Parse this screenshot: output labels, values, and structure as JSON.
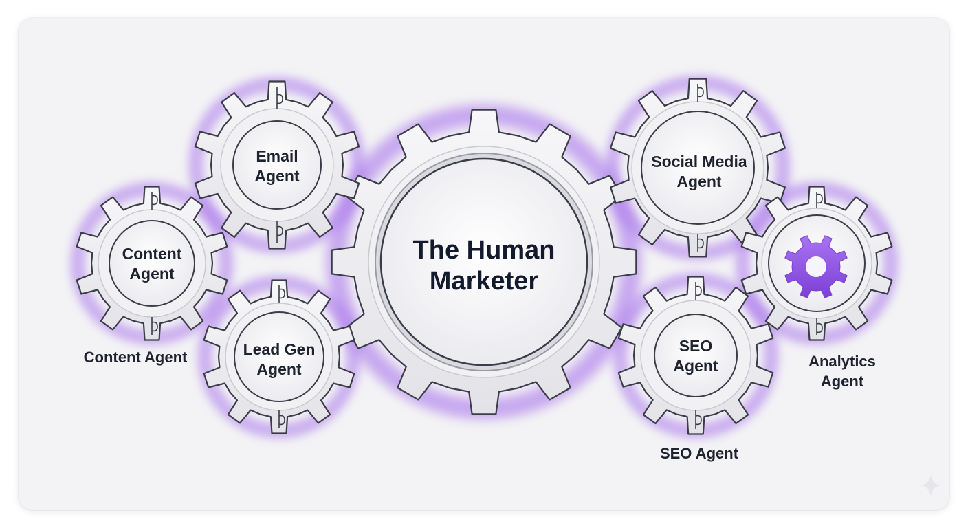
{
  "center": {
    "line1": "The Human",
    "line2": "Marketer"
  },
  "agents": {
    "email": {
      "line1": "Email",
      "line2": "Agent"
    },
    "content": {
      "line1": "Content",
      "line2": "Agent"
    },
    "leadgen": {
      "line1": "Lead Gen",
      "line2": "Agent"
    },
    "social": {
      "line1": "Social Media",
      "line2": "Agent"
    },
    "seo": {
      "line1": "SEO",
      "line2": "Agent"
    },
    "analytics": {
      "icon": "gear-icon",
      "label_line1": "Analytics",
      "label_line2": "Agent"
    }
  },
  "captions": {
    "content": "Content Agent",
    "seo": "SEO Agent"
  },
  "colors": {
    "accent": "#9b5de5",
    "gear_fill": "#eeeef1",
    "gear_stroke": "#3a3d47",
    "text": "#1f2330"
  }
}
